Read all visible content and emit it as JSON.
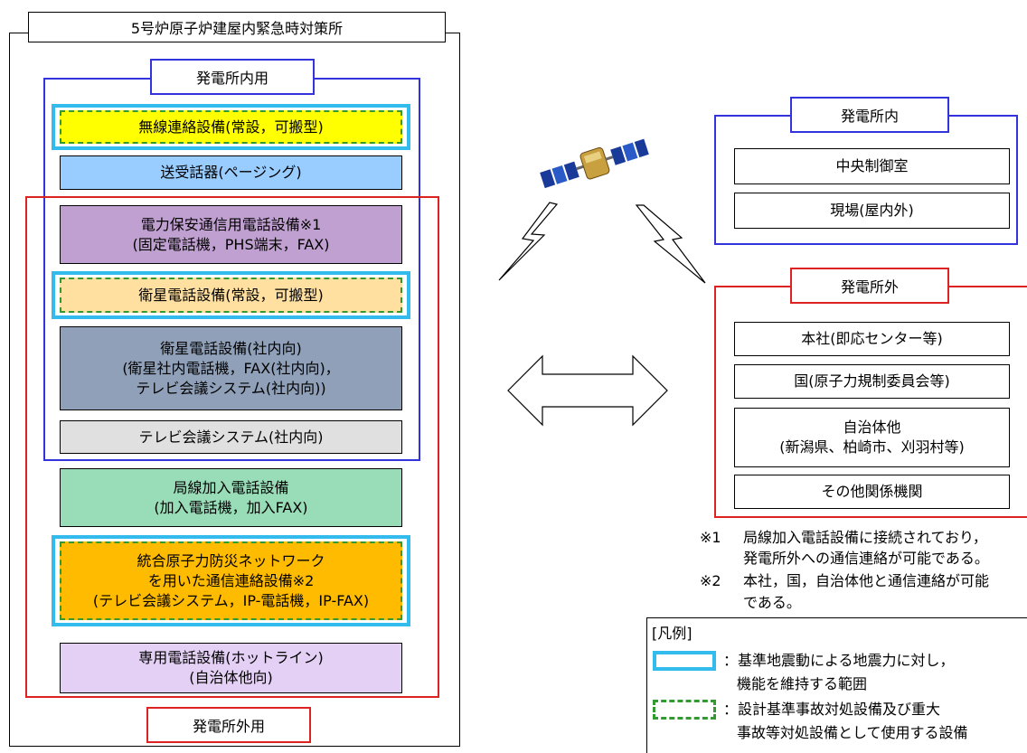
{
  "building": {
    "title": "5号炉原子炉建屋内緊急時対策所"
  },
  "groups": {
    "inner_plant_label": "発電所内用",
    "outer_plant_label": "発電所外用"
  },
  "equipment": {
    "radio": "無線連絡設備(常設，可搬型)",
    "pager": "送受話器(ページング)",
    "power_phone": "電力保安通信用電話設備※1\n(固定電話機，PHS端末，FAX)",
    "sat_phone": "衛星電話設備(常設，可搬型)",
    "sat_phone_internal": "衛星電話設備(社内向)\n(衛星社内電話機，FAX(社内向)，\nテレビ会議システム(社内向))",
    "tv_conf": "テレビ会議システム(社内向)",
    "public_line": "局線加入電話設備\n(加入電話機，加入FAX)",
    "integrated_network": "統合原子力防災ネットワーク\nを用いた通信連絡設備※2\n(テレビ会議システム，IP-電話機，IP-FAX)",
    "hotline": "専用電話設備(ホットライン)\n(自治体他向)"
  },
  "right": {
    "inside_title": "発電所内",
    "inside_items": [
      "中央制御室",
      "現場(屋内外)"
    ],
    "outside_title": "発電所外",
    "outside_items": [
      "本社(即応センター等)",
      "国(原子力規制委員会等)",
      "自治体他\n(新潟県、柏崎市、刈羽村等)",
      "その他関係機関"
    ]
  },
  "notes": {
    "n1_mark": "※1",
    "n1_line1": "局線加入電話設備に接続されており，",
    "n1_line2": "発電所外への通信連絡が可能である。",
    "n2_mark": "※2",
    "n2_line1": "本社，国，自治体他と通信連絡が可能",
    "n2_line2": "である。"
  },
  "legend": {
    "title": "[凡例]",
    "item1_line1": "：基準地震動による地震力に対し，",
    "item1_line2": "機能を維持する範囲",
    "item2_line1": "：設計基準事故対処設備及び重大",
    "item2_line2": "事故等対処設備として使用する設備"
  },
  "colors": {
    "blue_group": "#3333dd",
    "red_group": "#dd2222",
    "cyan_frame": "#33bbee",
    "green_dash": "#339933",
    "radio": "#ffff00",
    "pager": "#99ccff",
    "power_phone": "#c0a0d0",
    "sat_phone": "#ffe0a0",
    "sat_phone_internal": "#8fa0b8",
    "tv_conf": "#e0e0e0",
    "public_line": "#99ddb8",
    "integrated_network": "#ffbb00",
    "hotline": "#e4d0f4"
  }
}
